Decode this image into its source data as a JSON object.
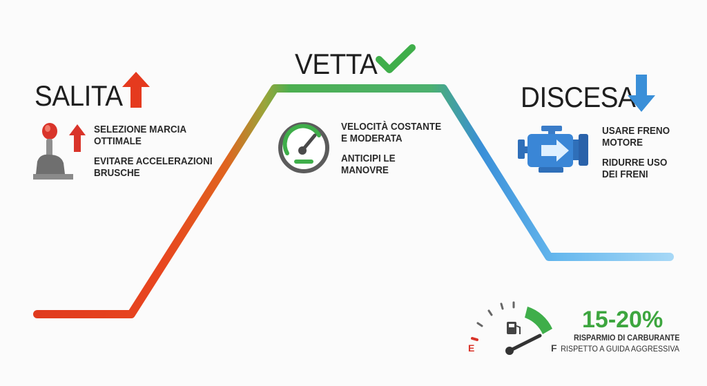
{
  "colors": {
    "climb": "#e53a1e",
    "peak": "#4caf50",
    "descent": "#3a8fd8",
    "descent_light": "#9fd3f5",
    "text": "#2a2a2a",
    "saving": "#3da63f"
  },
  "salita": {
    "title": "SALITA",
    "arrow_icon": "arrow-up-icon",
    "tips": [
      "SELEZIONE MARCIA\nOTTIMALE",
      "EVITARE ACCELERAZIONI\nBRUSCHE"
    ]
  },
  "vetta": {
    "title": "VETTA",
    "check_icon": "checkmark-icon",
    "tips": [
      "VELOCITÀ COSTANTE\nE MODERATA",
      "ANTICIPI LE\nMANOVRE"
    ]
  },
  "discesa": {
    "title": "DISCESA",
    "arrow_icon": "arrow-down-icon",
    "tips": [
      "USARE FRENO\nMOTORE",
      "RIDURRE USO\nDEI FRENI"
    ]
  },
  "saving": {
    "value": "15-20%",
    "line1": "RISPARMIO DI CARBURANTE",
    "line2": "RISPETTO A GUIDA AGGRESSIVA",
    "gauge_empty": "E",
    "gauge_full": "F"
  }
}
